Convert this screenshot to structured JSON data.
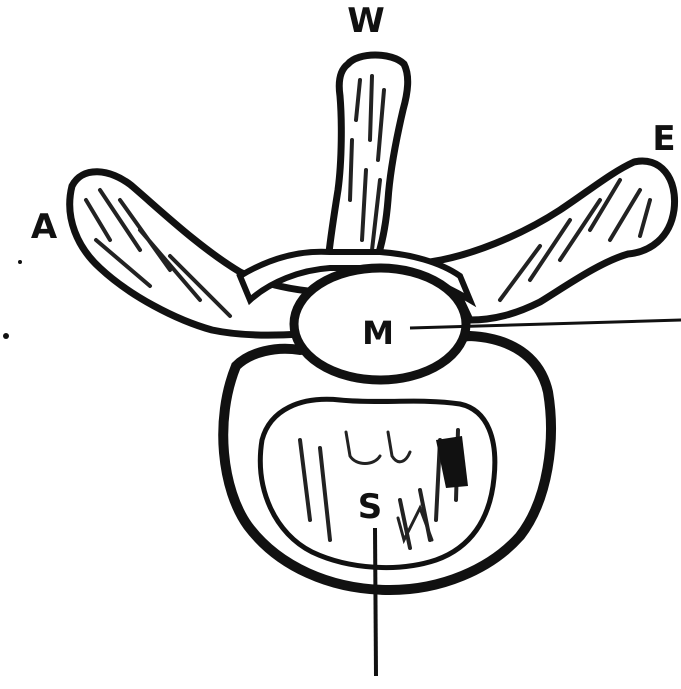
{
  "labels": {
    "top": "W",
    "left": "A",
    "right": "E",
    "foramen": "M",
    "body": "S"
  },
  "colors": {
    "ink": "#111111",
    "background": "#ffffff"
  }
}
